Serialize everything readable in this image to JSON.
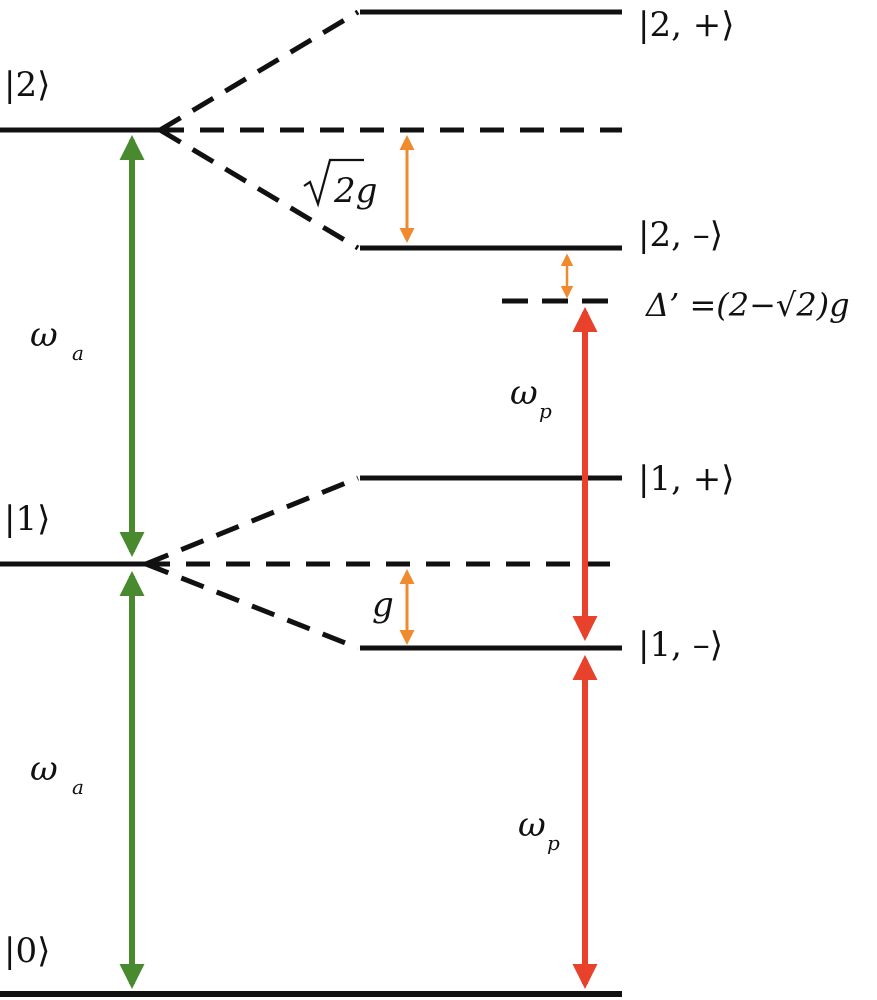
{
  "states": {
    "ket0": "|0⟩",
    "ket1": "|1⟩",
    "ket2": "|2⟩",
    "ket1_plus": "|1, +⟩",
    "ket1_minus": "|1, –⟩",
    "ket2_plus": "|2, +⟩",
    "ket2_minus": "|2, –⟩"
  },
  "labels": {
    "omega": "ω",
    "sub_a": "a",
    "sub_p": "p",
    "g": "g",
    "sqrt2_root": "√",
    "sqrt2_body": "2g",
    "detuning": "Δ’ =(2−√2)g"
  },
  "colors": {
    "level": "#111111",
    "atom_arrow": "#4a8a2f",
    "probe_arrow": "#e8412c",
    "splitting_arrow": "#ef8a2e"
  }
}
